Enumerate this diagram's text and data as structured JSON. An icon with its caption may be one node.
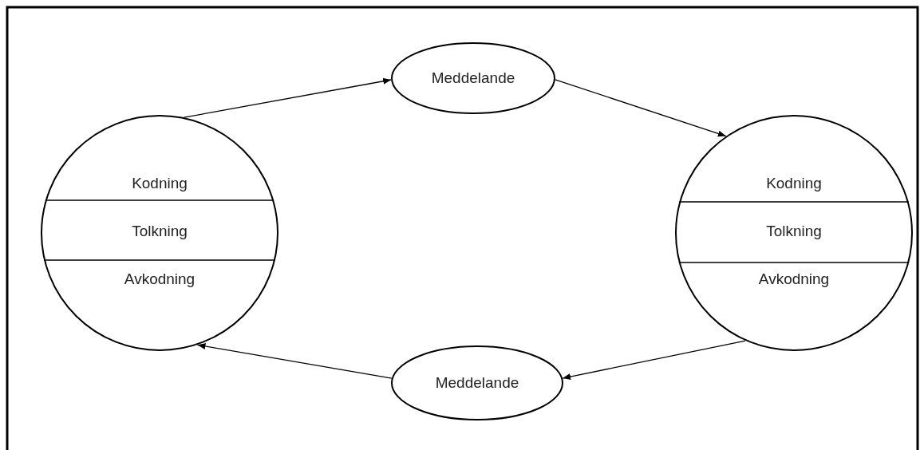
{
  "diagram": {
    "nodes": [
      {
        "text": [
          "Meddelande"
        ]
      },
      {
        "text": [
          "Kodning",
          "Tolkning",
          "Avkodning"
        ]
      },
      {
        "text": [
          "Kodning",
          "Tolkning",
          "Avkodning"
        ]
      },
      {
        "text": [
          "Meddelande"
        ]
      }
    ],
    "edges": [
      {
        "from": 1,
        "to": 0,
        "arrow": "to"
      },
      {
        "from": 0,
        "to": 2,
        "arrow": "to"
      },
      {
        "from": 2,
        "to": 3,
        "arrow": "to"
      },
      {
        "from": 3,
        "to": 1,
        "arrow": "to"
      }
    ]
  }
}
